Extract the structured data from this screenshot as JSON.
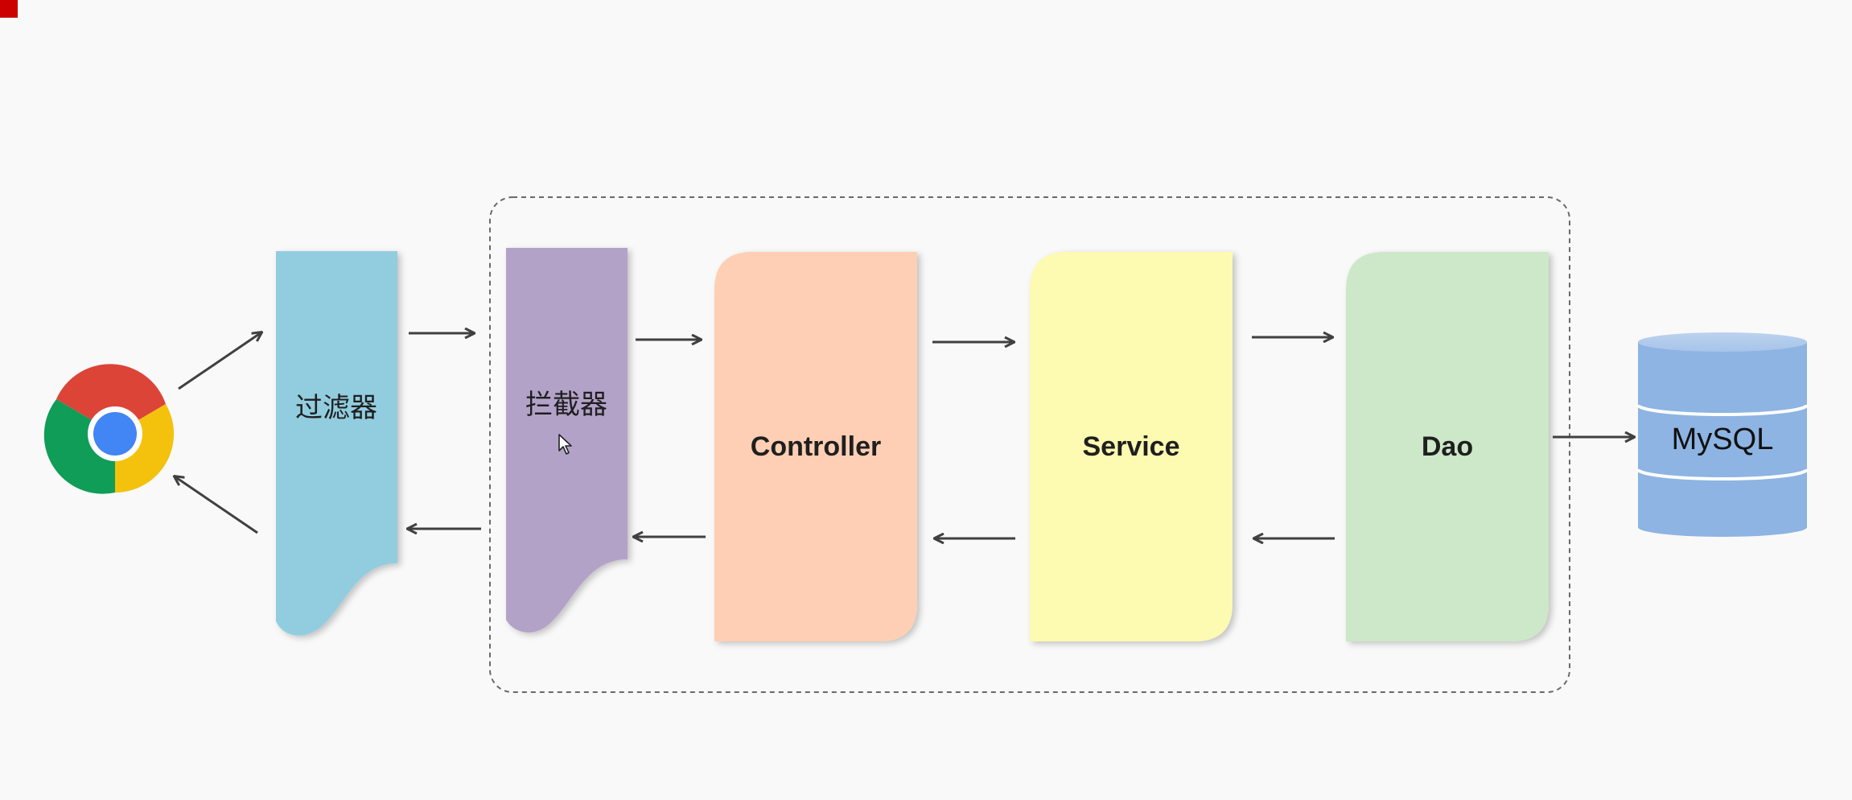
{
  "corner_color": "#cc0000",
  "browser": {
    "icon": "chrome-logo",
    "colors": {
      "red": "#db4437",
      "yellow": "#f4c20d",
      "green": "#0f9d58",
      "blue": "#4285f4"
    }
  },
  "filter": {
    "label": "过滤器",
    "color": "#92cddf"
  },
  "container": {
    "border": "dashed"
  },
  "interceptor": {
    "label": "拦截器",
    "color": "#b3a2c8"
  },
  "controller": {
    "label": "Controller",
    "color": "#fecfb4"
  },
  "service": {
    "label": "Service",
    "color": "#fdfab2"
  },
  "dao": {
    "label": "Dao",
    "color": "#cde8c8"
  },
  "database": {
    "label": "MySQL",
    "color": "#8db4e2",
    "icon": "database-cylinder"
  },
  "arrows": {
    "color": "#404040"
  }
}
